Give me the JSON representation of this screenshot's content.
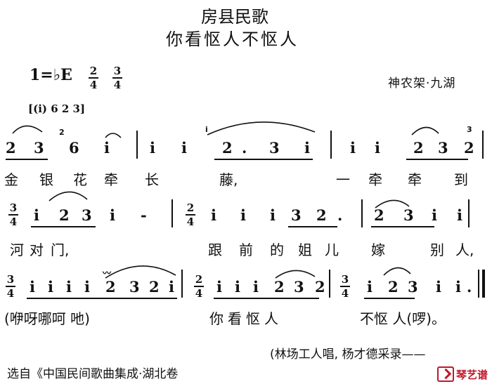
{
  "title": "房县民歌",
  "subtitle": "你看怄人不怄人",
  "key_signature": "1=♭E",
  "meters": [
    {
      "top": "2",
      "bottom": "4"
    },
    {
      "top": "3",
      "bottom": "4"
    }
  ],
  "region": "神农架·九湖",
  "intro": "[(i) 6 2 3]",
  "systems": [
    {
      "notes": "23 ²6 i | i i i 2. 3 i | i i 2 3 2³",
      "lyrics": [
        "金",
        "银",
        "花",
        "牵",
        "长",
        "藤,",
        "一",
        "牵",
        "牵",
        "到"
      ]
    },
    {
      "meter": {
        "top": "3",
        "bottom": "4"
      },
      "meter2": {
        "top": "2",
        "bottom": "4"
      },
      "notes": "i 2 3 i - | i i i 3 2. | 2 3 i i",
      "lyrics": [
        "河",
        "对",
        "门,",
        "跟",
        "前",
        "的",
        "姐",
        "儿",
        "嫁",
        "别",
        "人,"
      ]
    },
    {
      "meter": {
        "top": "3",
        "bottom": "4"
      },
      "meter2": {
        "top": "2",
        "bottom": "4"
      },
      "meter3": {
        "top": "3",
        "bottom": "4"
      },
      "notes": "i i i i 2 3 2 i | i i i 2 3 2 | i 2 3 i i.",
      "lyrics_left": "(咿呀哪呵 吔)",
      "lyrics_mid": "你看怄人",
      "lyrics_right": "不怄  人(啰)。"
    }
  ],
  "credit": "(林场工人唱, 杨才德采录——",
  "source": "选自《中国民间歌曲集成·湖北卷",
  "logo_text": "琴艺谱"
}
